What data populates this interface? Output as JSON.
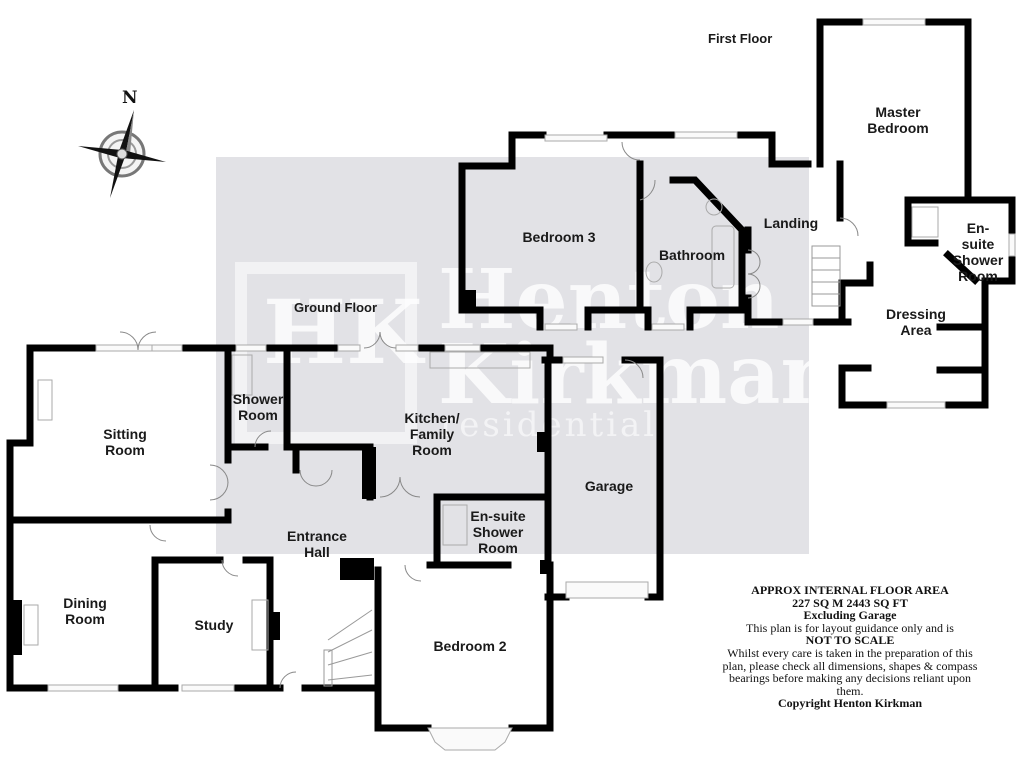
{
  "floor_labels": {
    "ground": "Ground Floor",
    "first": "First Floor"
  },
  "compass": {
    "north_label": "N"
  },
  "watermark": {
    "monogram": "HK",
    "line1": "Henton",
    "line2": "Kirkman",
    "line3": "residential"
  },
  "rooms": {
    "ground_floor": [
      {
        "id": "sitting-room",
        "label": "Sitting\nRoom"
      },
      {
        "id": "shower-room",
        "label": "Shower\nRoom"
      },
      {
        "id": "kitchen-family-room",
        "label": "Kitchen/\nFamily\nRoom"
      },
      {
        "id": "dining-room",
        "label": "Dining\nRoom"
      },
      {
        "id": "study",
        "label": "Study"
      },
      {
        "id": "entrance-hall",
        "label": "Entrance\nHall"
      },
      {
        "id": "ensuite-shower-room-ground",
        "label": "En-suite\nShower\nRoom"
      },
      {
        "id": "garage",
        "label": "Garage"
      },
      {
        "id": "bedroom-2",
        "label": "Bedroom 2"
      }
    ],
    "first_floor": [
      {
        "id": "bedroom-3",
        "label": "Bedroom 3"
      },
      {
        "id": "bathroom",
        "label": "Bathroom"
      },
      {
        "id": "landing",
        "label": "Landing"
      },
      {
        "id": "master-bedroom",
        "label": "Master\nBedroom"
      },
      {
        "id": "ensuite-shower-room-first",
        "label": "En-suite\nShower\nRoom"
      },
      {
        "id": "dressing-area",
        "label": "Dressing\nArea"
      }
    ]
  },
  "notes": {
    "line1": "APPROX INTERNAL FLOOR AREA",
    "line2": "227 SQ M 2443 SQ FT",
    "line3": "Excluding Garage",
    "line4": "This plan is for layout guidance only and is",
    "line5": "NOT TO SCALE",
    "line6": "Whilst every care is taken in the preparation of this plan, please check all dimensions, shapes & compass bearings before making any decisions reliant upon them.",
    "line7": "Copyright Henton Kirkman"
  },
  "colors": {
    "wall": "#000000",
    "watermark_panel": "#e2e2e6",
    "background": "#ffffff",
    "window": "#d8d8d8"
  }
}
